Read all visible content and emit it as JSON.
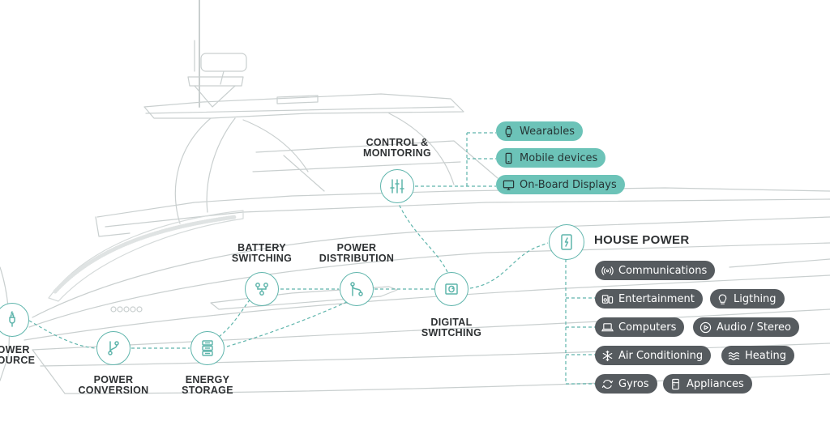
{
  "nodes": {
    "power_source": {
      "label_line1": "POWER",
      "label_line2": "SOURCE"
    },
    "power_conversion": {
      "label_line1": "POWER",
      "label_line2": "CONVERSION"
    },
    "energy_storage": {
      "label_line1": "ENERGY",
      "label_line2": "STORAGE"
    },
    "battery_switching": {
      "label_line1": "BATTERY",
      "label_line2": "SWITCHING"
    },
    "power_distribution": {
      "label_line1": "POWER",
      "label_line2": "DISTRIBUTION"
    },
    "digital_switching": {
      "label_line1": "DIGITAL",
      "label_line2": "SWITCHING"
    },
    "control_monitoring": {
      "label_line1": "CONTROL &",
      "label_line2": "MONITORING"
    },
    "house_power": {
      "label": "HOUSE POWER"
    }
  },
  "control_outputs": [
    {
      "label": "Wearables",
      "icon": "watch-icon"
    },
    {
      "label": "Mobile devices",
      "icon": "smartphone-icon"
    },
    {
      "label": "On-Board Displays",
      "icon": "monitor-icon"
    }
  ],
  "house_loads": [
    {
      "label": "Communications",
      "icon": "broadcast-icon"
    },
    {
      "label": "Entertainment",
      "icon": "speaker-icon"
    },
    {
      "label": "Ligthing",
      "icon": "bulb-icon"
    },
    {
      "label": "Computers",
      "icon": "laptop-icon"
    },
    {
      "label": "Audio / Stereo",
      "icon": "play-icon"
    },
    {
      "label": "Air Conditioning",
      "icon": "snowflake-icon"
    },
    {
      "label": "Heating",
      "icon": "heat-waves-icon"
    },
    {
      "label": "Gyros",
      "icon": "gyro-icon"
    },
    {
      "label": "Appliances",
      "icon": "fridge-icon"
    }
  ],
  "colors": {
    "accent": "#5fb5ac",
    "teal_pill": "#6cc3b8",
    "dark_pill": "#565b5f",
    "outline": "#c9cfcf",
    "label_text": "#2e3133"
  }
}
